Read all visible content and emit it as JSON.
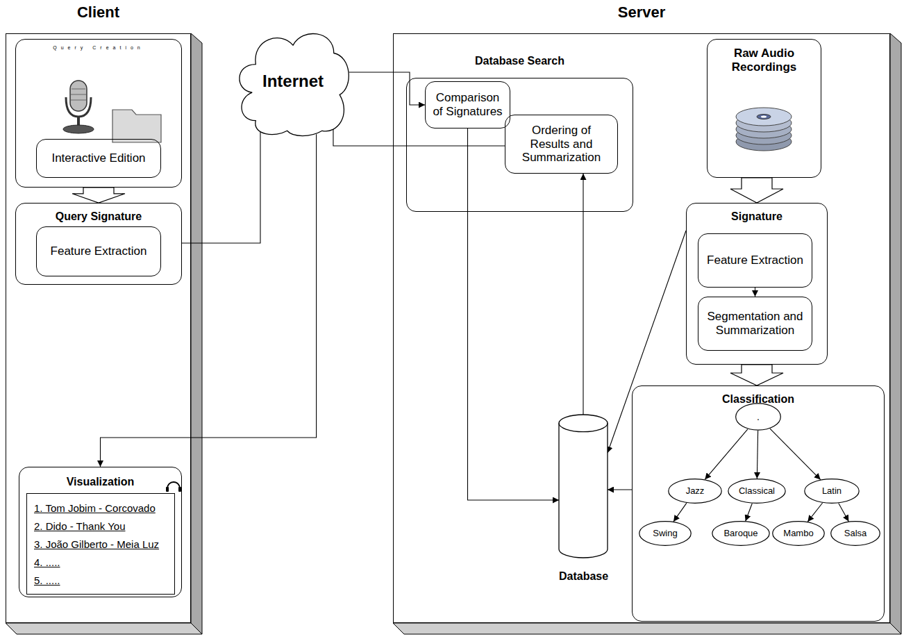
{
  "diagram": {
    "nodes": [
      {
        "text": [
          "Client"
        ]
      },
      {
        "text": [
          "Query Creation"
        ],
        "in": 0
      },
      {
        "text": [
          "Interactive Edition"
        ],
        "in": 1
      },
      {
        "text": [
          "Query Signature"
        ],
        "in": 0
      },
      {
        "text": [
          "Feature Extraction"
        ],
        "in": 3
      },
      {
        "text": [
          "Visualization"
        ],
        "in": 0
      },
      {
        "text": [
          "1. Tom Jobim - Corcovado",
          "2. Dido - Thank You",
          "3. João Gilberto - Meia Luz",
          "4. .....",
          "5. ....."
        ],
        "in": 5
      },
      {
        "text": [
          "Internet"
        ]
      },
      {
        "text": [
          "Server"
        ]
      },
      {
        "text": [
          "Database Search"
        ],
        "in": 8
      },
      {
        "text": [
          "Comparison of Signatures"
        ],
        "in": 9
      },
      {
        "text": [
          "Ordering of Results and Summarization"
        ],
        "in": 9
      },
      {
        "text": [
          "Raw Audio Recordings"
        ],
        "in": 8
      },
      {
        "text": [
          "Signature"
        ],
        "in": 8
      },
      {
        "text": [
          "Feature Extraction"
        ],
        "in": 13
      },
      {
        "text": [
          "Segmentation and Summarization"
        ],
        "in": 13
      },
      {
        "text": [
          "Database"
        ],
        "in": 8
      },
      {
        "text": [
          "Classification"
        ],
        "in": 8
      },
      {
        "text": [
          "."
        ],
        "in": 17
      },
      {
        "text": [
          "Jazz"
        ],
        "in": 17
      },
      {
        "text": [
          "Classical"
        ],
        "in": 17
      },
      {
        "text": [
          "Latin"
        ],
        "in": 17
      },
      {
        "text": [
          "Swing"
        ],
        "in": 17
      },
      {
        "text": [
          "Baroque"
        ],
        "in": 17
      },
      {
        "text": [
          "Mambo"
        ],
        "in": 17
      },
      {
        "text": [
          "Salsa"
        ],
        "in": 17
      }
    ],
    "edges": [
      {
        "from": 1,
        "to": 3,
        "arrow": "to"
      },
      {
        "from": 3,
        "to": 7,
        "arrow": "none"
      },
      {
        "from": 7,
        "to": 10,
        "arrow": "to"
      },
      {
        "from": 10,
        "to": 16,
        "arrow": "to"
      },
      {
        "from": 16,
        "to": 11,
        "arrow": "to"
      },
      {
        "from": 11,
        "to": 7,
        "arrow": "none"
      },
      {
        "from": 7,
        "to": 5,
        "arrow": "to"
      },
      {
        "from": 12,
        "to": 13,
        "arrow": "to"
      },
      {
        "from": 14,
        "to": 15,
        "arrow": "to"
      },
      {
        "from": 13,
        "to": 16,
        "arrow": "to"
      },
      {
        "from": 13,
        "to": 17,
        "arrow": "to"
      },
      {
        "from": 17,
        "to": 16,
        "arrow": "to"
      },
      {
        "from": 18,
        "to": 19,
        "arrow": "to"
      },
      {
        "from": 18,
        "to": 20,
        "arrow": "to"
      },
      {
        "from": 18,
        "to": 21,
        "arrow": "to"
      },
      {
        "from": 19,
        "to": 22,
        "arrow": "to"
      },
      {
        "from": 20,
        "to": 23,
        "arrow": "to"
      },
      {
        "from": 21,
        "to": 24,
        "arrow": "to"
      },
      {
        "from": 21,
        "to": 25,
        "arrow": "to"
      }
    ]
  }
}
